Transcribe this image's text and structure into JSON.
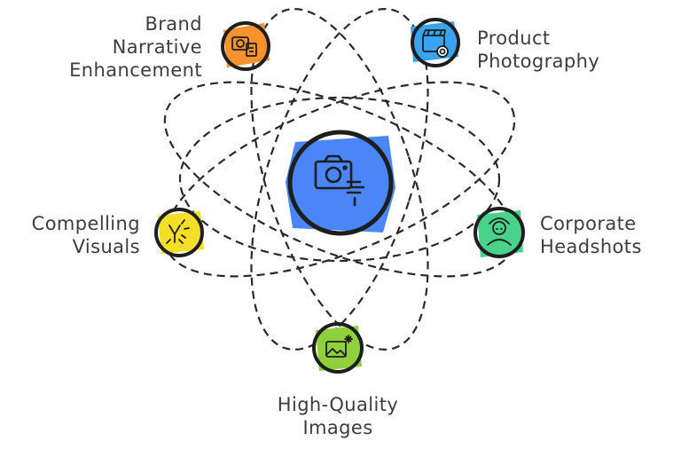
{
  "center": {
    "icon": "camera-retouch-icon",
    "color": "#4a86f7"
  },
  "nodes": [
    {
      "id": "brand",
      "label": "Brand\nNarrative\nEnhancement",
      "icon": "camera-document-icon",
      "color": "#f7932f"
    },
    {
      "id": "product",
      "label": "Product\nPhotography",
      "icon": "clapperboard-camera-icon",
      "color": "#3aa3f0"
    },
    {
      "id": "visuals",
      "label": "Compelling\nVisuals",
      "icon": "sparkle-ribbon-icon",
      "color": "#f4df28"
    },
    {
      "id": "headshots",
      "label": "Corporate\nHeadshots",
      "icon": "person-portrait-icon",
      "color": "#48d28a"
    },
    {
      "id": "images",
      "label": "High-Quality\nImages",
      "icon": "image-sparkle-icon",
      "color": "#8fd03c"
    }
  ]
}
